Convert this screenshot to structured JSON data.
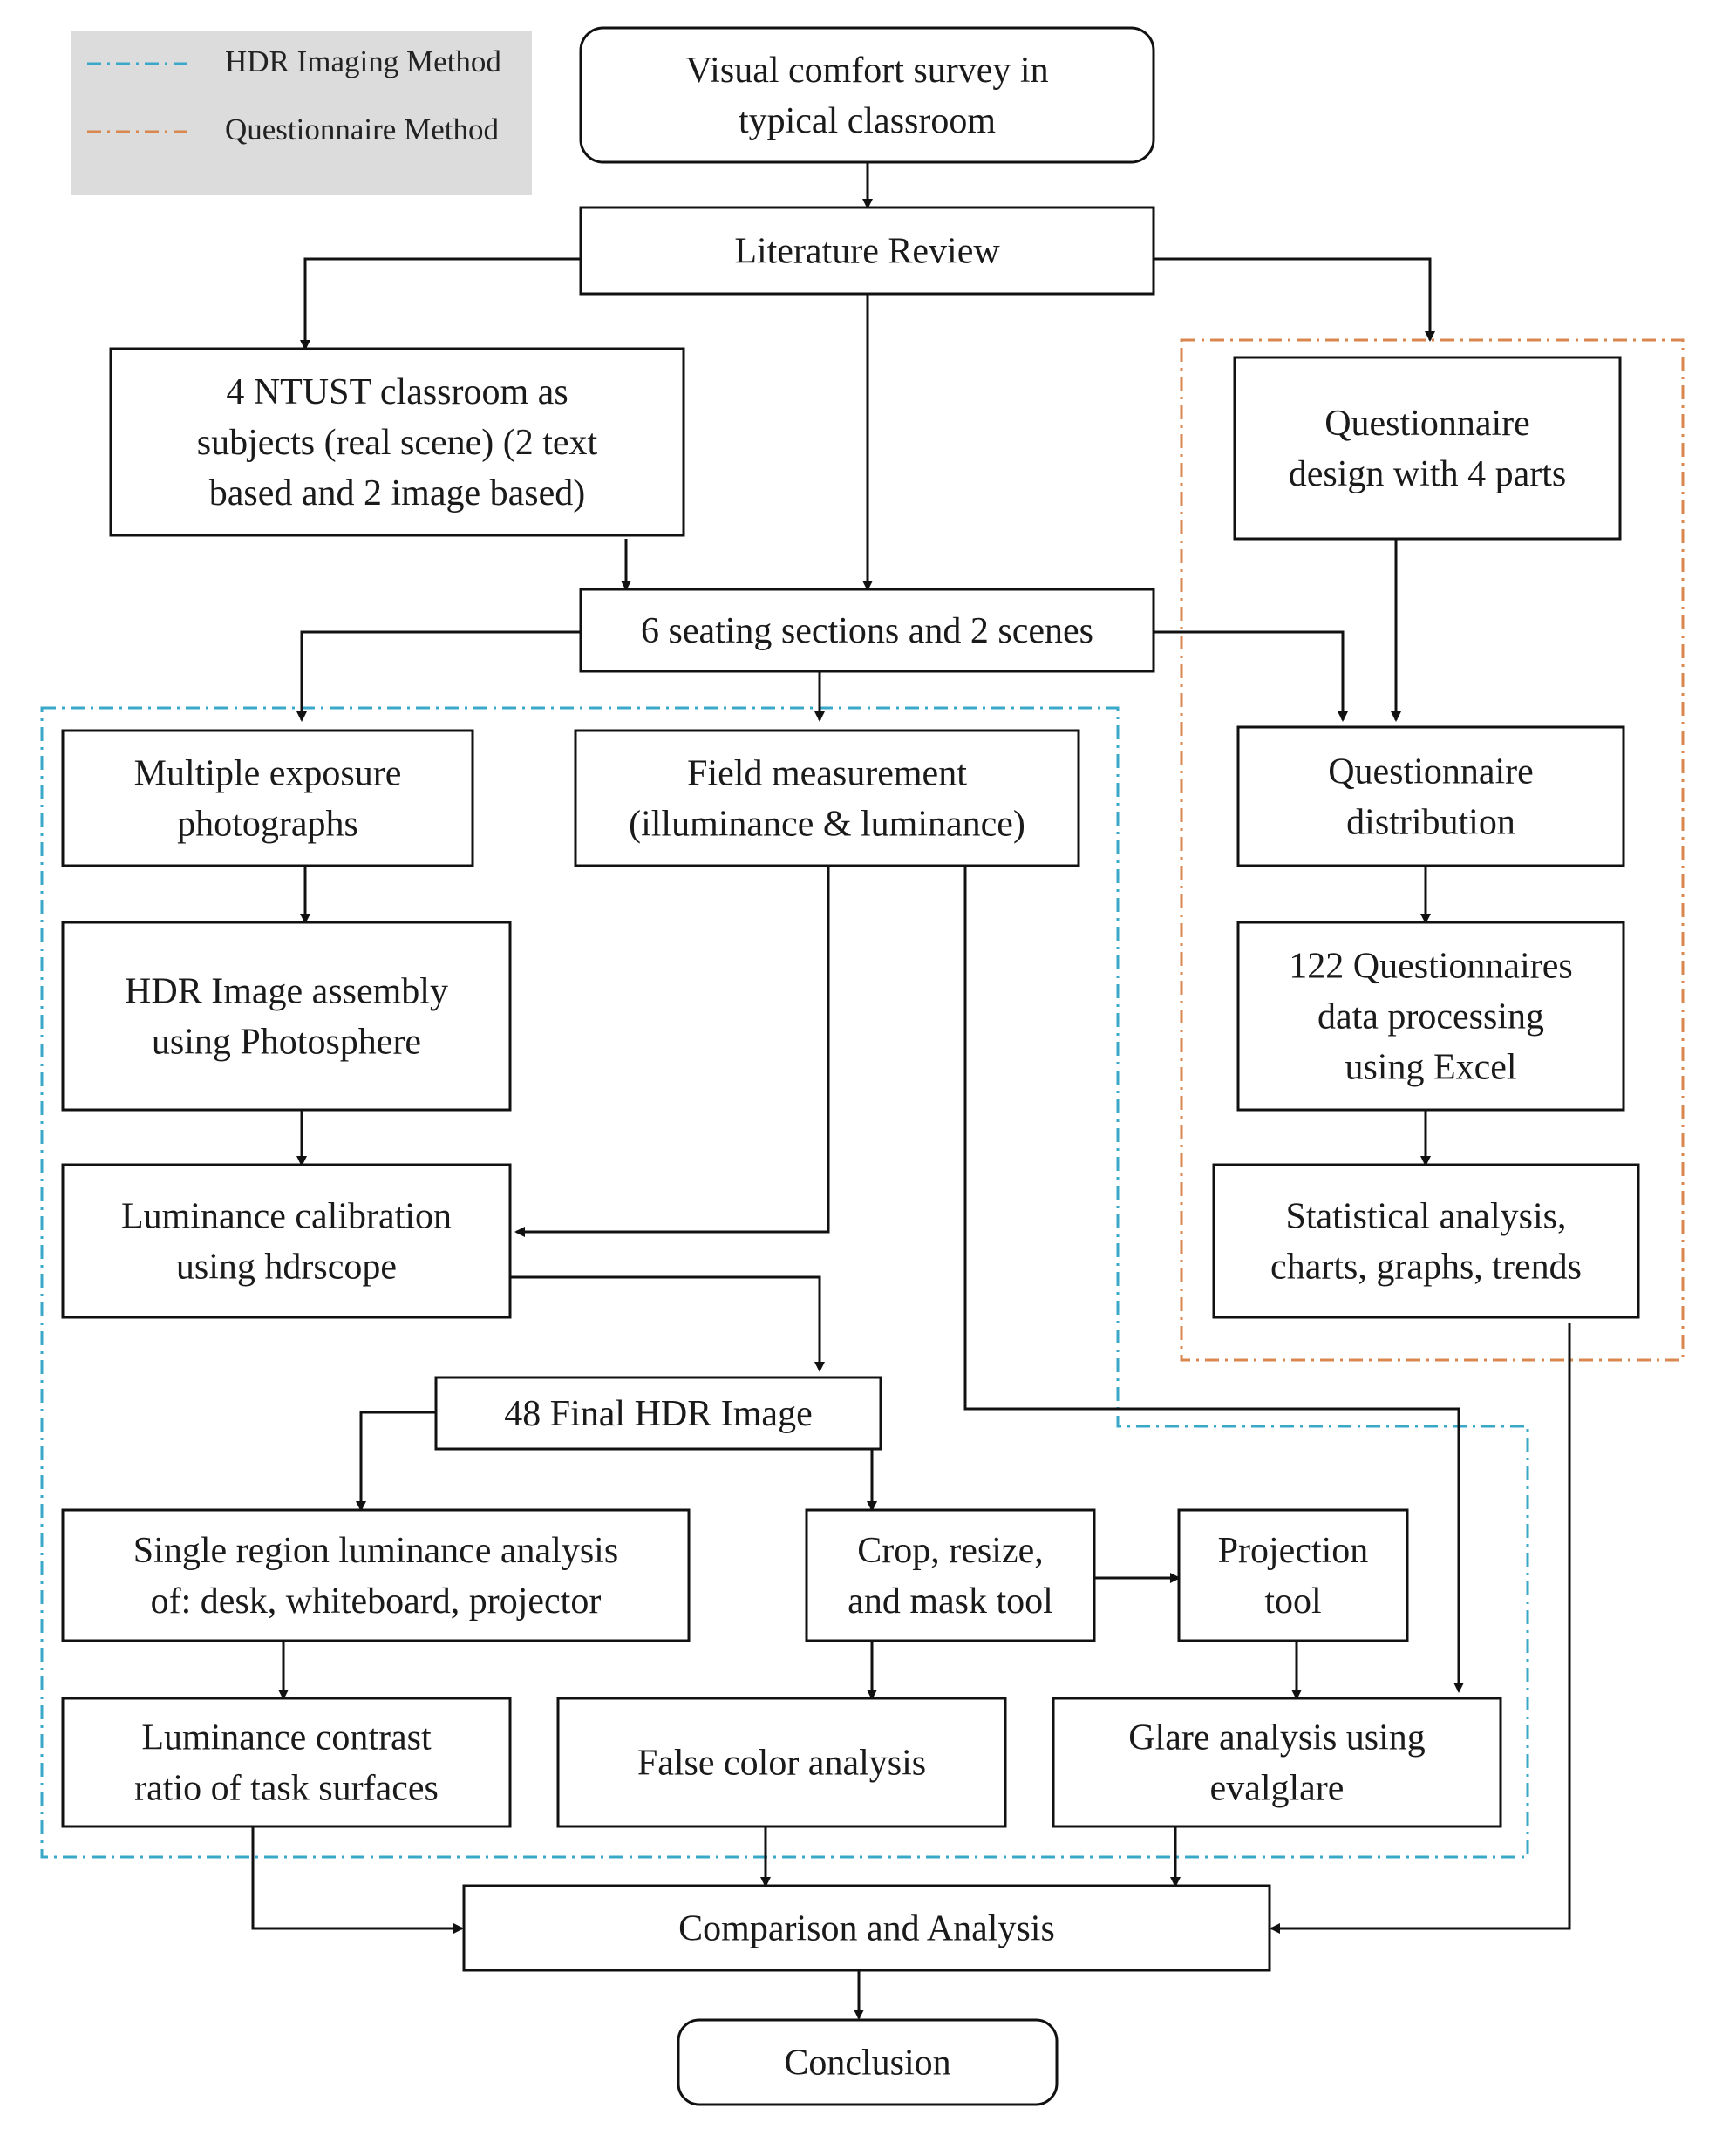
{
  "legend": {
    "hdr_label": "HDR Imaging Method",
    "questionnaire_label": "Questionnaire Method",
    "hdr_color": "#3aa8c8",
    "questionnaire_color": "#d9874e"
  },
  "nodes": {
    "visual_comfort": [
      "Visual comfort survey in",
      "typical classroom"
    ],
    "literature_review": [
      "Literature Review"
    ],
    "ntust_classroom": [
      "4 NTUST classroom as",
      "subjects (real scene) (2 text",
      "based and 2 image based)"
    ],
    "questionnaire_design": [
      "Questionnaire",
      "design with 4 parts"
    ],
    "seating_sections": [
      "6 seating sections and 2 scenes"
    ],
    "multiple_exposure": [
      "Multiple exposure",
      "photographs"
    ],
    "field_measurement": [
      "Field measurement",
      "(illuminance & luminance)"
    ],
    "questionnaire_distribution": [
      "Questionnaire",
      "distribution"
    ],
    "hdr_assembly": [
      "HDR Image assembly",
      "using Photosphere"
    ],
    "questionnaires_processing": [
      "122 Questionnaires",
      "data processing",
      "using Excel"
    ],
    "luminance_calibration": [
      "Luminance calibration",
      "using hdrscope"
    ],
    "statistical_analysis": [
      "Statistical analysis,",
      "charts, graphs, trends"
    ],
    "final_hdr": [
      "48 Final HDR Image"
    ],
    "single_region": [
      "Single region luminance analysis",
      "of: desk, whiteboard, projector"
    ],
    "crop_resize": [
      "Crop, resize,",
      "and mask tool"
    ],
    "projection_tool": [
      "Projection",
      "tool"
    ],
    "contrast_ratio": [
      "Luminance contrast",
      "ratio of task surfaces"
    ],
    "false_color": [
      "False color analysis"
    ],
    "glare_analysis": [
      "Glare analysis using",
      "evalglare"
    ],
    "comparison": [
      "Comparison and Analysis"
    ],
    "conclusion": [
      "Conclusion"
    ]
  }
}
